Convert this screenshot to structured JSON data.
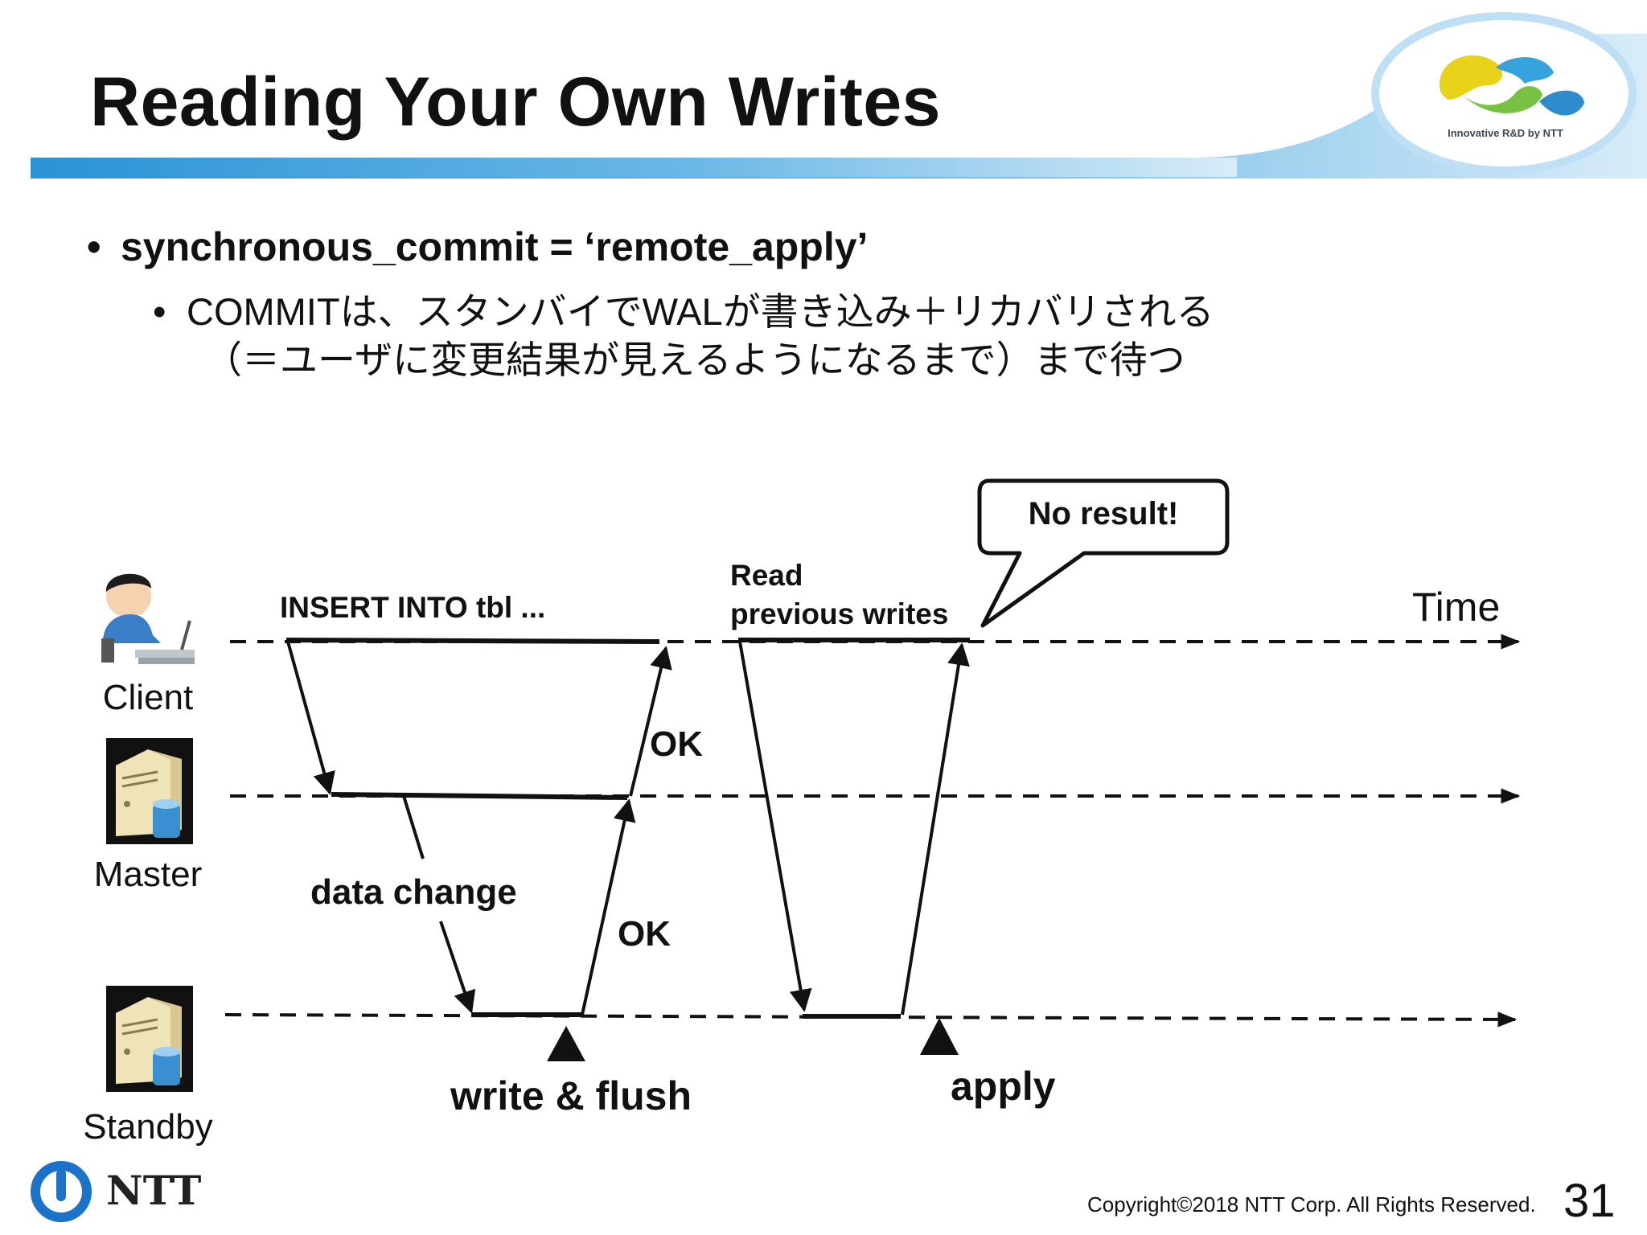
{
  "slide": {
    "title": "Reading Your Own Writes",
    "page_number": "31",
    "copyright": "Copyright©2018 NTT Corp. All Rights Reserved."
  },
  "logo": {
    "tagline": "Innovative R&D by NTT",
    "brand": "NTT"
  },
  "bullets": {
    "level1": "synchronous_commit = ‘remote_apply’",
    "level2_line1": "COMMITは、スタンバイでWALが書き込み＋リカバリされる",
    "level2_line2": "（＝ユーザに変更結果が見えるようになるまで）まで待つ"
  },
  "diagram": {
    "actors": [
      "Client",
      "Master",
      "Standby"
    ],
    "time_label": "Time",
    "insert_label": "INSERT INTO tbl ...",
    "read_label_line1": "Read",
    "read_label_line2": "previous writes",
    "callout": "No result!",
    "data_change": "data change",
    "ok_master": "OK",
    "ok_standby": "OK",
    "write_flush": "write & flush",
    "apply": "apply"
  },
  "colors": {
    "header_band": "#2a93d5",
    "header_band_light": "#cfe6f6",
    "ntt_blue": "#1a73c8",
    "text": "#111111"
  }
}
